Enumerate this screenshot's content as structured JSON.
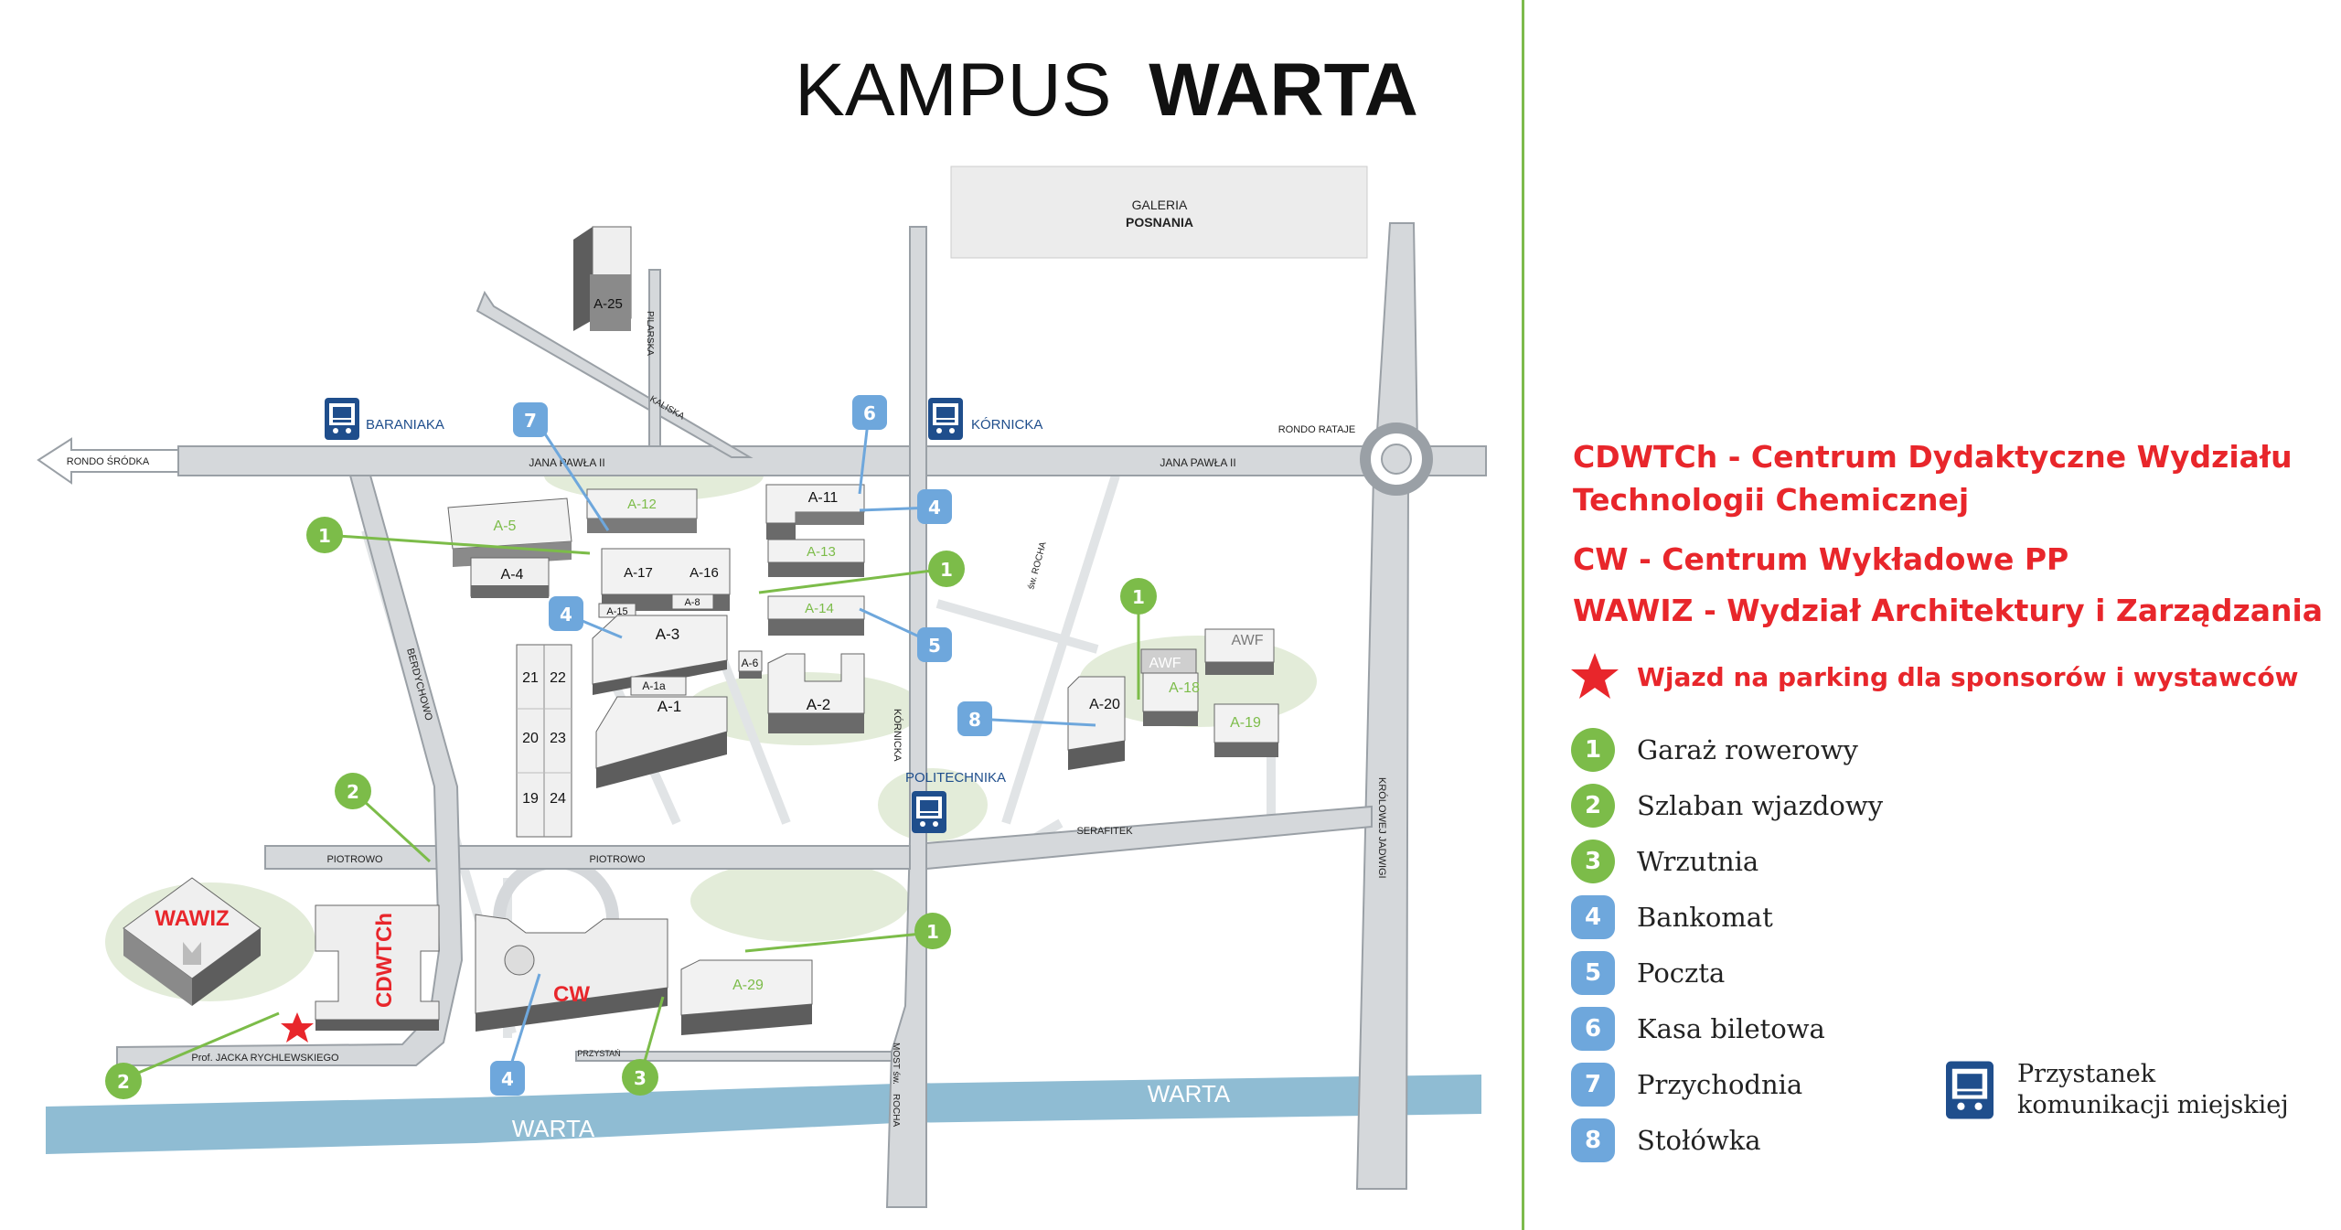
{
  "title": {
    "light": "KAMPUS",
    "bold": "WARTA"
  },
  "streets": {
    "jana_pawla_left": "JANA PAWŁA II",
    "jana_pawla_right": "JANA PAWŁA II",
    "rondo_srodka": "RONDO ŚRÓDKA",
    "rondo_rataje": "RONDO RATAJE",
    "pilarska": "PILARSKA",
    "kaliska": "KALISKA",
    "berdychowo": "BERDYCHOWO",
    "piotrowo_left": "PIOTROWO",
    "piotrowo_right": "PIOTROWO",
    "kornicka_street": "KÓRNICKA",
    "sw_rocha": "św. ROCHA",
    "serafitek": "SERAFITEK",
    "krolowej_jadwigi": "KRÓLOWEJ JADWIGI",
    "przystan": "PRZYSTAŃ",
    "rychlewskiego": "Prof. JACKA RYCHLEWSKIEGO",
    "most_1": "MOST św.",
    "most_2": "ROCHA",
    "warta_left": "WARTA",
    "warta_right": "WARTA"
  },
  "mall": {
    "line1": "GALERIA",
    "line2": "POSNANIA"
  },
  "stops": {
    "baraniaka": "BARANIAKA",
    "kornicka": "KÓRNICKA",
    "politechnika": "POLITECHNIKA"
  },
  "buildings": {
    "a25": "A-25",
    "a5": "A-5",
    "a4": "A-4",
    "a12": "A-12",
    "a17": "A-17",
    "a16": "A-16",
    "a8": "A-8",
    "a15": "A-15",
    "a3": "A-3",
    "a1a": "A-1a",
    "a1": "A-1",
    "a6": "A-6",
    "a2": "A-2",
    "a11": "A-11",
    "a13": "A-13",
    "a14": "A-14",
    "a20": "A-20",
    "a18": "A-18",
    "a19": "A-19",
    "a29": "A-29",
    "awf1": "AWF",
    "awf2": "AWF",
    "d21": "21",
    "d22": "22",
    "d20": "20",
    "d23": "23",
    "d19": "19",
    "d24": "24",
    "wawiz": "WAWIZ",
    "cdwtch": "CDWTCh",
    "cw": "CW"
  },
  "markers": {
    "m1a": "1",
    "m1b": "1",
    "m1c": "1",
    "m1d": "1",
    "m2a": "2",
    "m2b": "2",
    "m3": "3",
    "m4a": "4",
    "m4b": "4",
    "m4c": "4",
    "m5": "5",
    "m6": "6",
    "m7": "7",
    "m8": "8"
  },
  "legend": {
    "cdwtch_1": "CDWTCh - Centrum Dydaktyczne Wydziału",
    "cdwtch_2": "Technologii Chemicznej",
    "cw": "CW - Centrum Wykładowe PP",
    "wawiz": "WAWIZ - Wydział Architektury i Zarządzania",
    "parking": "Wjazd na parking dla sponsorów i wystawców",
    "items": [
      {
        "num": "1",
        "label": "Garaż rowerowy",
        "color": "green"
      },
      {
        "num": "2",
        "label": "Szlaban wjazdowy",
        "color": "green"
      },
      {
        "num": "3",
        "label": "Wrzutnia",
        "color": "green"
      },
      {
        "num": "4",
        "label": "Bankomat",
        "color": "blue"
      },
      {
        "num": "5",
        "label": "Poczta",
        "color": "blue"
      },
      {
        "num": "6",
        "label": "Kasa biletowa",
        "color": "blue"
      },
      {
        "num": "7",
        "label": "Przychodnia",
        "color": "blue"
      },
      {
        "num": "8",
        "label": "Stołówka",
        "color": "blue"
      }
    ],
    "stop_1": "Przystanek",
    "stop_2": "komunikacji miejskiej"
  },
  "colors": {
    "road": "#d5d8db",
    "road_edge": "#9aa0a6",
    "path": "#e4e7e9",
    "green_area": "#e3ecd9",
    "river": "#8fbcd3",
    "building_top": "#eeeeee",
    "building_side": "#8a8a8a",
    "building_dark": "#5d5d5d",
    "marker_green": "#7cbc49",
    "marker_blue": "#6ea7dc",
    "accent_red": "#e8262b",
    "stop_blue": "#1f4e8c"
  },
  "icons": [
    "bus-stop-icon",
    "star-icon",
    "arrow-left-icon"
  ]
}
